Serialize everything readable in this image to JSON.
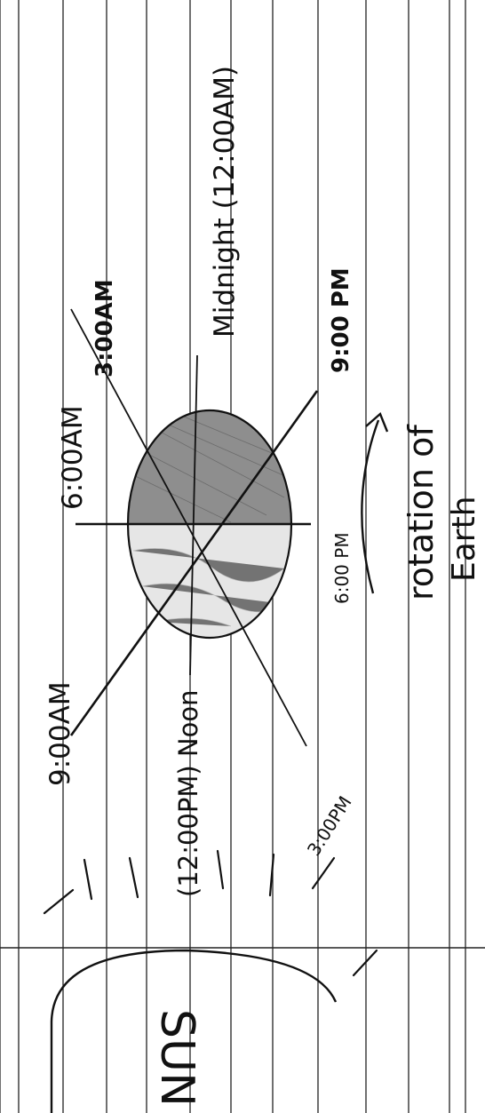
{
  "labels": {
    "six_am": "6:00AM",
    "three_am": "3:00AM",
    "midnight": "Midnight (12:00AM)",
    "nine_pm": "9:00 PM",
    "six_pm": "6:00 PM",
    "three_pm": "3:00PM",
    "noon": "(12:00PM) Noon",
    "nine_am": "9:00AM",
    "rotation_1": "rotation of",
    "rotation_2": "Earth",
    "sun": "SUN"
  }
}
